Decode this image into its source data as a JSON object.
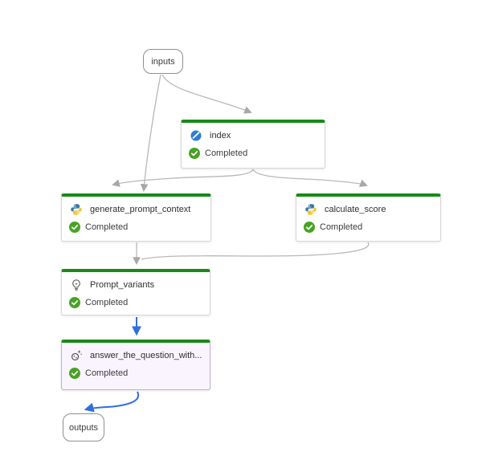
{
  "diagram": {
    "inputs": {
      "label": "inputs"
    },
    "outputs": {
      "label": "outputs"
    },
    "nodes": [
      {
        "id": "index",
        "label": "index",
        "status": "Completed",
        "icon": "vector-index-icon"
      },
      {
        "id": "generate_prompt_context",
        "label": "generate_prompt_context",
        "status": "Completed",
        "icon": "python-icon"
      },
      {
        "id": "calculate_score",
        "label": "calculate_score",
        "status": "Completed",
        "icon": "python-icon"
      },
      {
        "id": "Prompt_variants",
        "label": "Prompt_variants",
        "status": "Completed",
        "icon": "lightbulb-icon"
      },
      {
        "id": "answer_the_question_with",
        "label": "answer_the_question_with...",
        "status": "Completed",
        "icon": "llm-sparkle-icon"
      }
    ],
    "colors": {
      "node_top_bar_green": "#188a18",
      "status_check_green": "#48a325",
      "edge_gray": "#b5b5b5",
      "edge_blue": "#2f6fde",
      "highlighted_node_bg": "#f9f4fd",
      "highlighted_node_border": "#c8a8e0"
    }
  }
}
